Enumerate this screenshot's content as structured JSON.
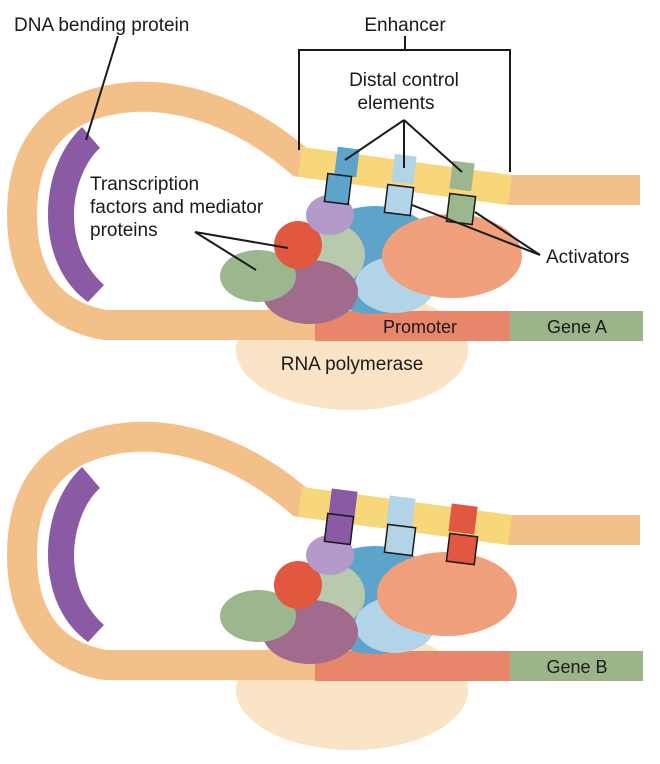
{
  "labels": {
    "dna_bending_protein": "DNA bending protein",
    "enhancer": "Enhancer",
    "distal_line1": "Distal control",
    "distal_line2": "elements",
    "tf_line1": "Transcription",
    "tf_line2": "factors and mediator",
    "tf_line3": "proteins",
    "activators": "Activators",
    "promoter": "Promoter",
    "gene_a": "Gene A",
    "gene_b": "Gene B",
    "rna_polymerase": "RNA polymerase"
  },
  "colors": {
    "dna": "#f4c08a",
    "enhancer_segment": "#f8d77a",
    "bending_protein": "#8a5aa5",
    "promoter": "#e8866c",
    "gene": "#9bb48a",
    "rna_polymerase": "#fbe3c6",
    "light_blue": "#b3d3e6",
    "mid_blue": "#5ea3c9",
    "salmon": "#f0a07a",
    "sage": "#9cb78d",
    "lavender": "#b49acb",
    "red": "#e2573f",
    "mauve": "#a16b8e",
    "pale_green": "#b8c9ae"
  }
}
